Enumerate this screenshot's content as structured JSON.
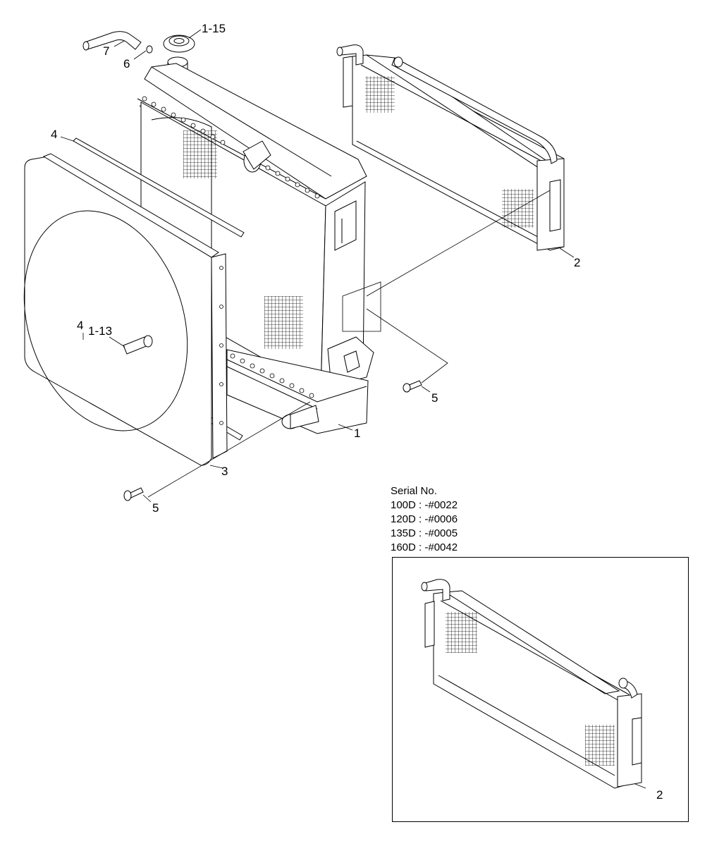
{
  "callouts": {
    "hose": "7",
    "o_ring": "6",
    "cap": "1-15",
    "seal_top": "4",
    "seal_lower": "4",
    "drain_cock": "1-13",
    "radiator": "1",
    "oil_cooler": "2",
    "shroud": "3",
    "bolt_right": "5",
    "bolt_left": "5",
    "inset_oil_cooler": "2"
  },
  "serial_info": {
    "heading": "Serial No.",
    "lines": [
      "100D : -#0022",
      "120D : -#0006",
      "135D : -#0005",
      "160D : -#0042"
    ]
  }
}
